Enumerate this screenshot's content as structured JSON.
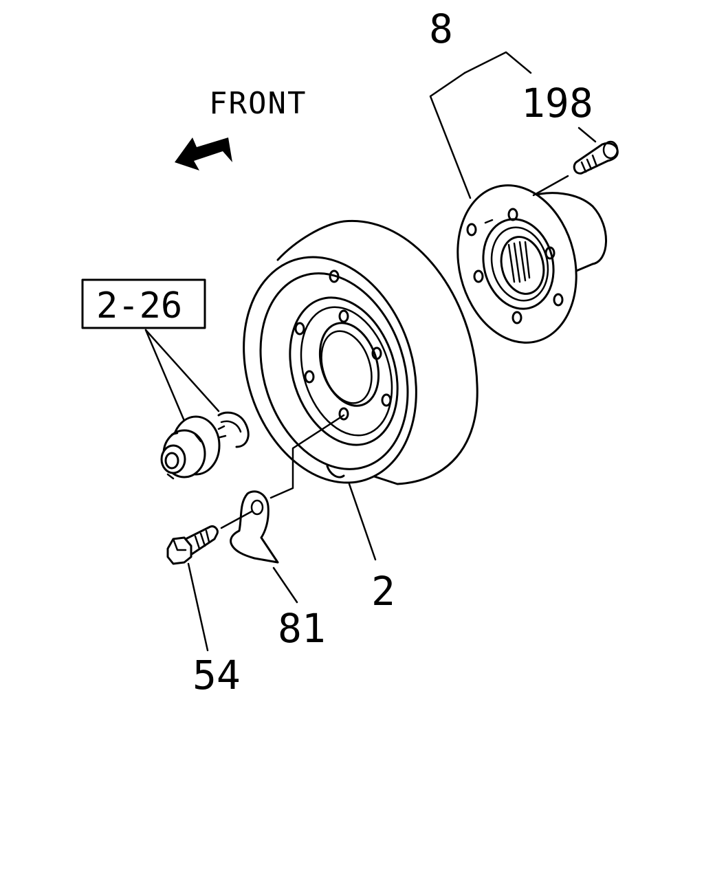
{
  "direction_label": "FRONT",
  "reference_box": "2-26",
  "callouts": {
    "flange": "8",
    "stud_bolt": "198",
    "pulley": "2",
    "bracket": "81",
    "bolt": "54"
  },
  "colors": {
    "line": "#000000",
    "background": "#ffffff"
  },
  "icons": [
    "front-arrow-icon"
  ]
}
